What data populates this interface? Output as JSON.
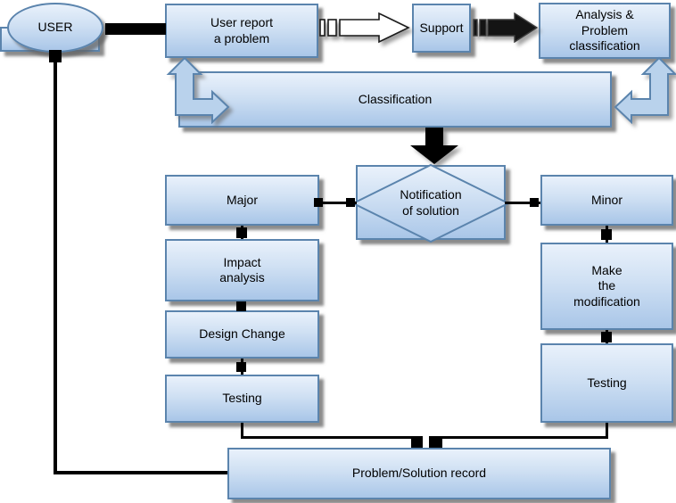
{
  "colors": {
    "box-border": "#5b84ad",
    "box-fill-top": "#e9f1fb",
    "box-fill-bottom": "#a9c6e8",
    "arrow-fill": "#b9d2ec",
    "connector": "#000000",
    "shadow": "#6f6f6f"
  },
  "nodes": {
    "user": "USER",
    "user_report": "User report\na problem",
    "support": "Support",
    "analysis": "Analysis &\nProblem\nclassification",
    "classification": "Classification",
    "notification": "Notification\nof solution",
    "major": "Major",
    "minor": "Minor",
    "impact_analysis": "Impact\nanalysis",
    "design_change": "Design Change",
    "testing_left": "Testing",
    "make_modification": "Make\nthe\nmodification",
    "testing_right": "Testing",
    "record": "Problem/Solution record"
  },
  "icons": {
    "striped_arrow_light": "striped right arrow, white fill",
    "striped_arrow_dark": "striped right arrow, black fill",
    "bent_up_arrow_left": "elbow block arrow pointing up and right",
    "bent_up_arrow_right": "elbow block arrow pointing up and left",
    "down_block_arrow": "solid black down block arrow"
  }
}
